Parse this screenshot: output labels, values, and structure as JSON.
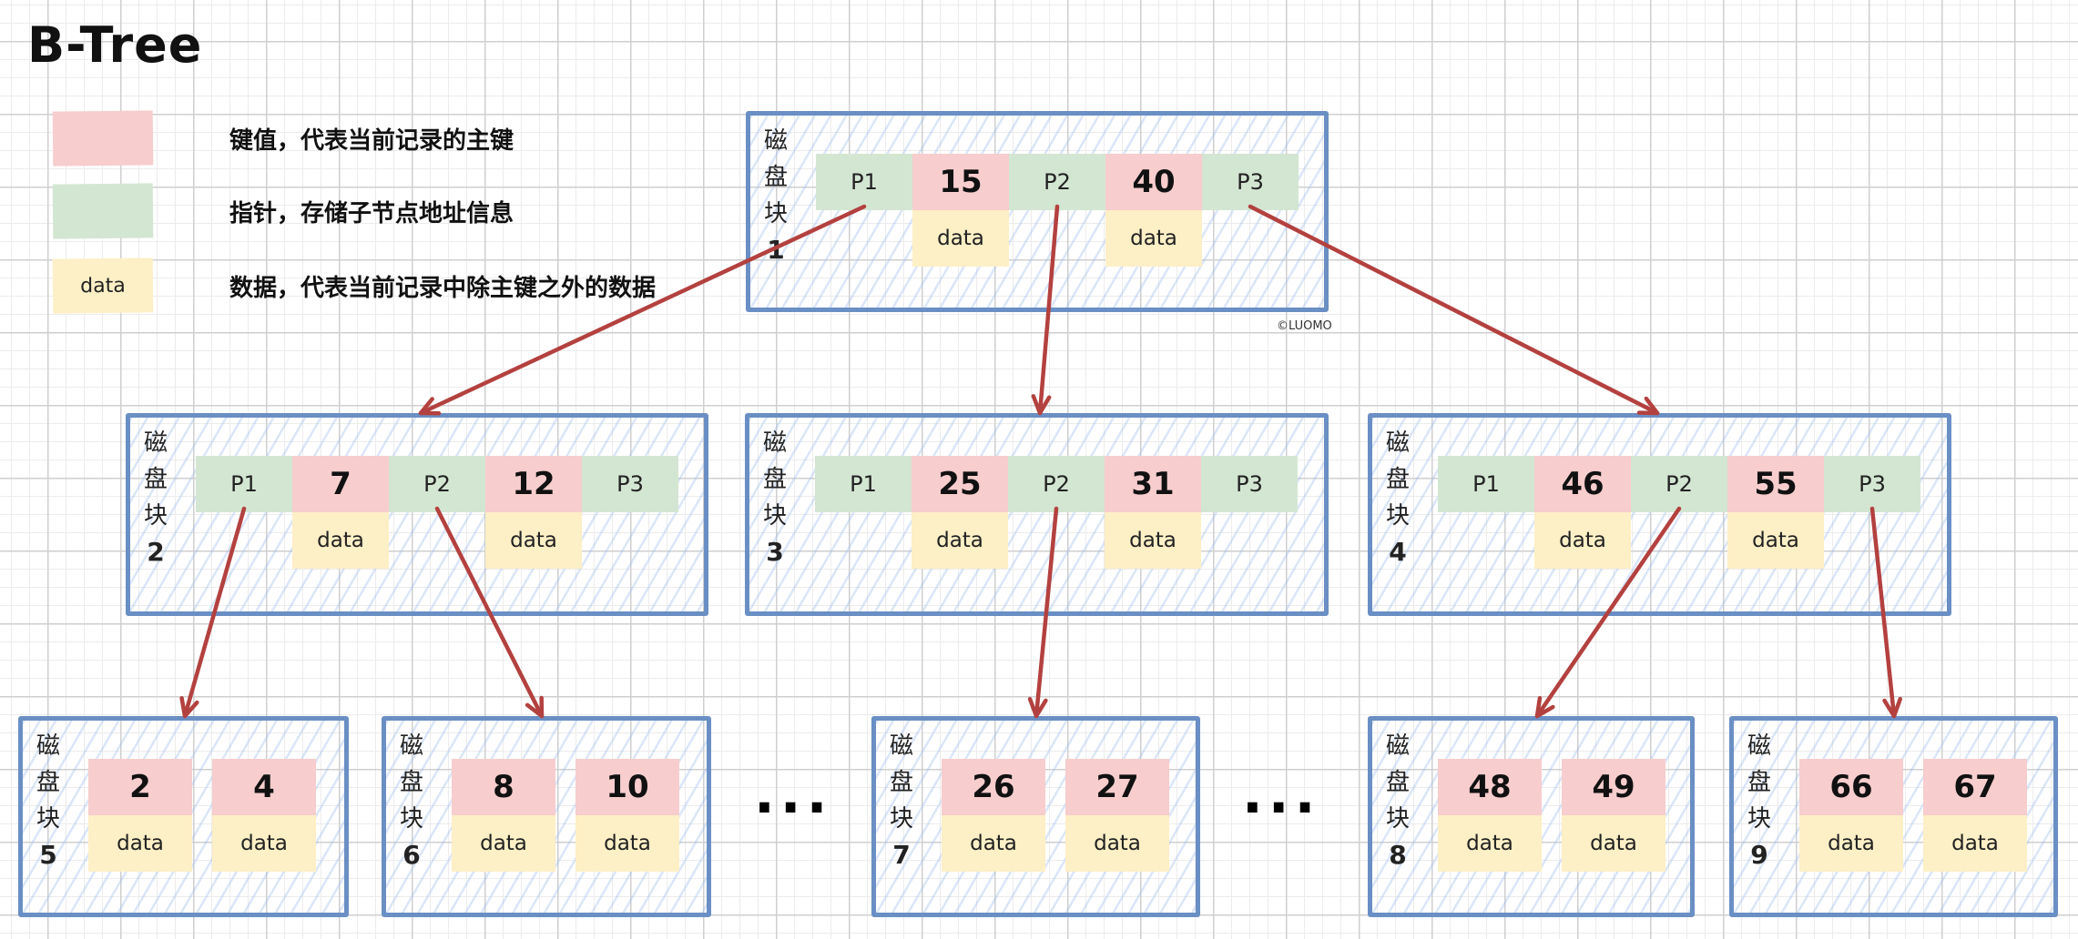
{
  "title": "B-Tree",
  "legend": [
    {
      "kind": "key",
      "swatch_text": "",
      "text": "键值，代表当前记录的主键"
    },
    {
      "kind": "ptr",
      "swatch_text": "",
      "text": "指针，存储子节点地址信息"
    },
    {
      "kind": "data",
      "swatch_text": "data",
      "text": "数据，代表当前记录中除主键之外的数据"
    }
  ],
  "colors": {
    "key": "#f7cdcd",
    "pointer": "#d3e6d2",
    "data": "#fdefc6",
    "node_border": "#6a8fc4",
    "arrow": "#b3413f"
  },
  "watermark": "©LUOMO",
  "block_label_chars": [
    "磁",
    "盘",
    "块"
  ],
  "nodes": [
    {
      "id": "1",
      "level": 0,
      "pointers": [
        "P1",
        "P2",
        "P3"
      ],
      "keys": [
        "15",
        "40"
      ],
      "data_label": "data"
    },
    {
      "id": "2",
      "level": 1,
      "pointers": [
        "P1",
        "P2",
        "P3"
      ],
      "keys": [
        "7",
        "12"
      ],
      "data_label": "data"
    },
    {
      "id": "3",
      "level": 1,
      "pointers": [
        "P1",
        "P2",
        "P3"
      ],
      "keys": [
        "25",
        "31"
      ],
      "data_label": "data"
    },
    {
      "id": "4",
      "level": 1,
      "pointers": [
        "P1",
        "P2",
        "P3"
      ],
      "keys": [
        "46",
        "55"
      ],
      "data_label": "data"
    },
    {
      "id": "5",
      "level": 2,
      "pointers": [],
      "keys": [
        "2",
        "4"
      ],
      "data_label": "data"
    },
    {
      "id": "6",
      "level": 2,
      "pointers": [],
      "keys": [
        "8",
        "10"
      ],
      "data_label": "data"
    },
    {
      "id": "7",
      "level": 2,
      "pointers": [],
      "keys": [
        "26",
        "27"
      ],
      "data_label": "data"
    },
    {
      "id": "8",
      "level": 2,
      "pointers": [],
      "keys": [
        "48",
        "49"
      ],
      "data_label": "data"
    },
    {
      "id": "9",
      "level": 2,
      "pointers": [],
      "keys": [
        "66",
        "67"
      ],
      "data_label": "data"
    }
  ],
  "edges": [
    {
      "from": "1",
      "pointer": "P1",
      "to": "2"
    },
    {
      "from": "1",
      "pointer": "P2",
      "to": "3"
    },
    {
      "from": "1",
      "pointer": "P3",
      "to": "4"
    },
    {
      "from": "2",
      "pointer": "P1",
      "to": "5"
    },
    {
      "from": "2",
      "pointer": "P2",
      "to": "6"
    },
    {
      "from": "3",
      "pointer": "P2",
      "to": "7"
    },
    {
      "from": "4",
      "pointer": "P2",
      "to": "8"
    },
    {
      "from": "4",
      "pointer": "P3",
      "to": "9"
    }
  ],
  "ellipsis": "..."
}
